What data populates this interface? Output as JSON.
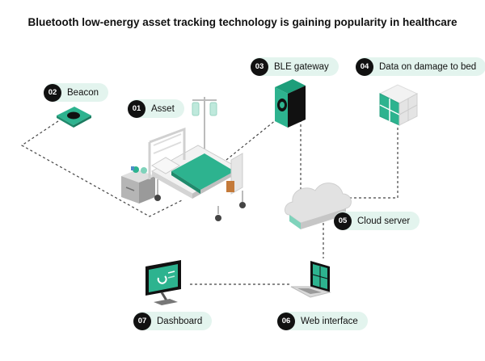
{
  "title": "Bluetooth low-energy asset tracking technology is gaining popularity in healthcare",
  "colors": {
    "accent": "#2db38f",
    "label_bg": "#e3f4ee",
    "badge": "#111111"
  },
  "nodes": [
    {
      "id": "asset",
      "num": "01",
      "label": "Asset",
      "icon": "hospital-bed-icon"
    },
    {
      "id": "beacon",
      "num": "02",
      "label": "Beacon",
      "icon": "beacon-icon"
    },
    {
      "id": "gateway",
      "num": "03",
      "label": "BLE gateway",
      "icon": "gateway-icon"
    },
    {
      "id": "damage",
      "num": "04",
      "label": "Data on damage to bed",
      "icon": "data-cubes-icon"
    },
    {
      "id": "cloud",
      "num": "05",
      "label": "Cloud server",
      "icon": "cloud-icon"
    },
    {
      "id": "web",
      "num": "06",
      "label": "Web interface",
      "icon": "laptop-icon"
    },
    {
      "id": "dashboard",
      "num": "07",
      "label": "Dashboard",
      "icon": "monitor-icon"
    }
  ]
}
